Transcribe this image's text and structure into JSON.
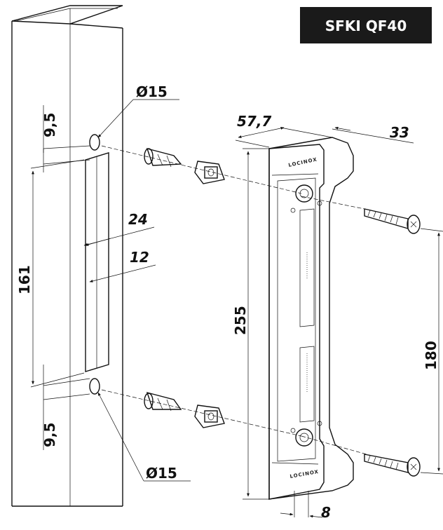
{
  "badge": {
    "label": "SFKI QF40"
  },
  "dimensions": {
    "hole_top_diameter": "Ø15",
    "hole_bottom_diameter": "Ø15",
    "top_offset": "9,5",
    "bottom_offset": "9,5",
    "slot_height": "161",
    "slot_width_outer": "24",
    "slot_width_inner": "12",
    "keep_width": "57,7",
    "keep_depth": "33",
    "keep_height": "255",
    "screw_spacing": "180",
    "keep_thickness": "8"
  },
  "brand": {
    "top": "LOCINOX",
    "bottom": "LOCINOX"
  },
  "colors": {
    "line": "#111111",
    "badge_bg": "#1a1a1a",
    "badge_text": "#ffffff",
    "background": "#ffffff"
  }
}
